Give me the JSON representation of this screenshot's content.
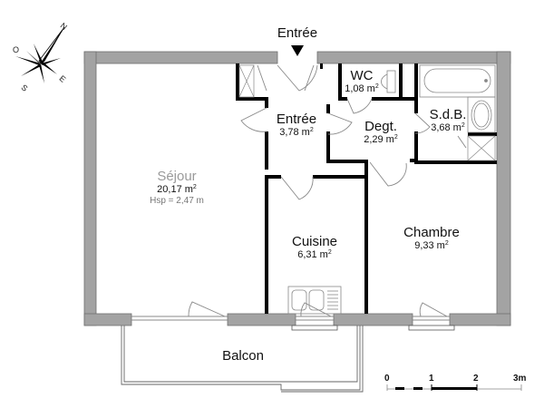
{
  "plan": {
    "entrance_label": "Entrée",
    "rooms": [
      {
        "id": "sejour",
        "name": "Séjour",
        "area": "20,17 m",
        "area_sup": "2",
        "extra": "Hsp = 2,47 m"
      },
      {
        "id": "entree",
        "name": "Entrée",
        "area": "3,78 m",
        "area_sup": "2"
      },
      {
        "id": "wc",
        "name": "WC",
        "area": "1,08 m",
        "area_sup": "2"
      },
      {
        "id": "degt",
        "name": "Degt.",
        "area": "2,29 m",
        "area_sup": "2"
      },
      {
        "id": "sdb",
        "name": "S.d.B.",
        "area": "3,68 m",
        "area_sup": "2"
      },
      {
        "id": "cuisine",
        "name": "Cuisine",
        "area": "6,31 m",
        "area_sup": "2"
      },
      {
        "id": "chambre",
        "name": "Chambre",
        "area": "9,33 m",
        "area_sup": "2"
      },
      {
        "id": "balcon",
        "name": "Balcon"
      }
    ],
    "scale": {
      "ticks": [
        "0",
        "1",
        "2",
        "3m"
      ]
    },
    "compass": {
      "n": "N",
      "s": "S",
      "e": "E",
      "o": "O"
    },
    "colors": {
      "exterior_wall": "#a0a0a0",
      "interior_wall": "#000000",
      "fixture": "#888888"
    }
  }
}
